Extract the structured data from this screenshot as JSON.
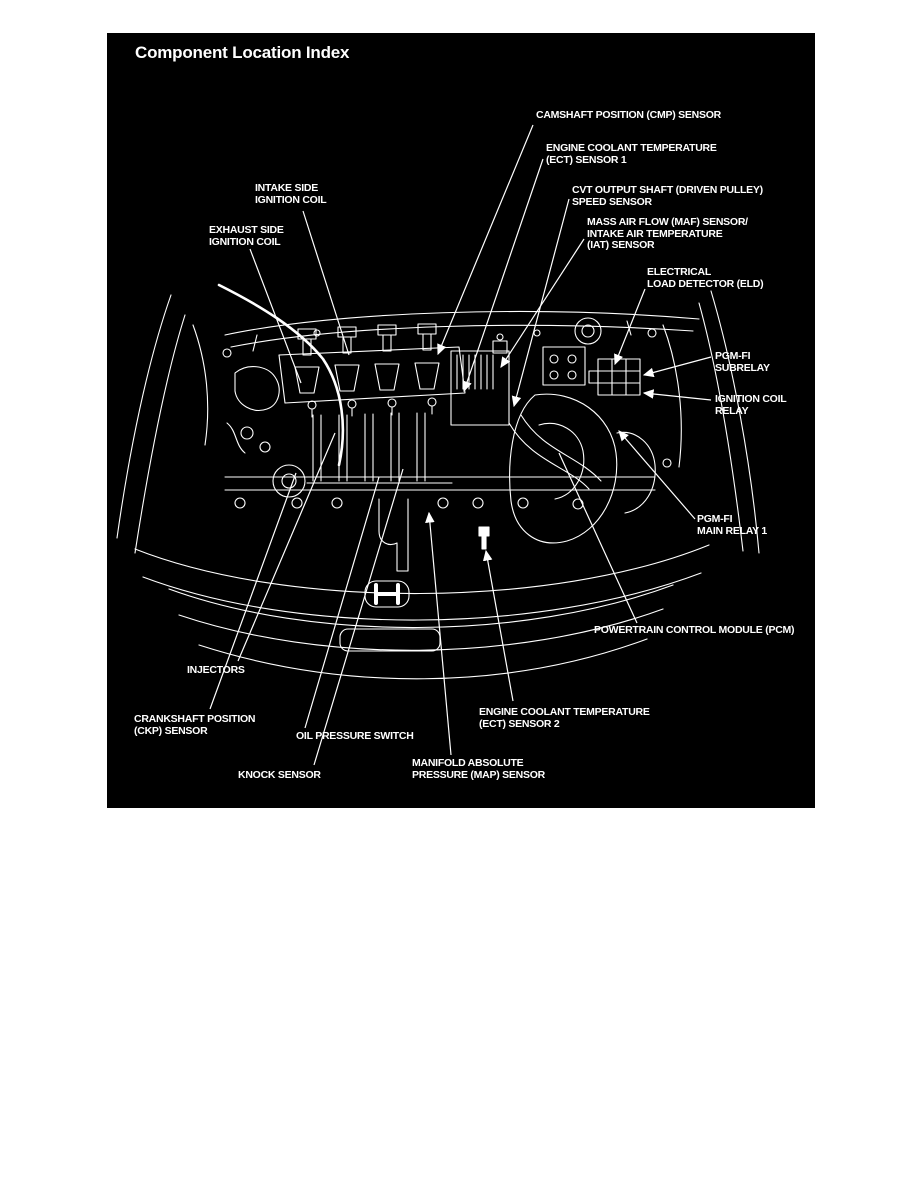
{
  "page": {
    "background_color": "#ffffff",
    "panel_color": "#000000",
    "line_color": "#ffffff"
  },
  "header": {
    "title": "Component Location Index"
  },
  "diagram": {
    "description": "Engine compartment front view line drawing with component leader lines",
    "labels": [
      {
        "id": "cmp-sensor",
        "text": "CAMSHAFT POSITION (CMP) SENSOR"
      },
      {
        "id": "ect-sensor-1",
        "text": "ENGINE COOLANT TEMPERATURE\n(ECT) SENSOR 1"
      },
      {
        "id": "cvt-output-shaft",
        "text": "CVT OUTPUT SHAFT (DRIVEN PULLEY)\nSPEED SENSOR"
      },
      {
        "id": "maf-iat-sensor",
        "text": "MASS AIR FLOW (MAF) SENSOR/\nINTAKE AIR TEMPERATURE\n(IAT) SENSOR"
      },
      {
        "id": "eld",
        "text": "ELECTRICAL\nLOAD DETECTOR (ELD)"
      },
      {
        "id": "pgm-fi-subrelay",
        "text": "PGM-FI\nSUBRELAY"
      },
      {
        "id": "ignition-coil-relay",
        "text": "IGNITION COIL\nRELAY"
      },
      {
        "id": "pgm-fi-main-relay-1",
        "text": "PGM-FI\nMAIN RELAY 1"
      },
      {
        "id": "pcm",
        "text": "POWERTRAIN CONTROL MODULE (PCM)"
      },
      {
        "id": "intake-ignition-coil",
        "text": "INTAKE SIDE\nIGNITION COIL"
      },
      {
        "id": "exhaust-ignition-coil",
        "text": "EXHAUST SIDE\nIGNITION COIL"
      },
      {
        "id": "injectors",
        "text": "INJECTORS"
      },
      {
        "id": "ckp-sensor",
        "text": "CRANKSHAFT POSITION\n(CKP) SENSOR"
      },
      {
        "id": "oil-pressure-switch",
        "text": "OIL PRESSURE SWITCH"
      },
      {
        "id": "knock-sensor",
        "text": "KNOCK SENSOR"
      },
      {
        "id": "map-sensor",
        "text": "MANIFOLD ABSOLUTE\nPRESSURE (MAP) SENSOR"
      },
      {
        "id": "ect-sensor-2",
        "text": "ENGINE COOLANT TEMPERATURE\n(ECT) SENSOR 2"
      }
    ]
  }
}
